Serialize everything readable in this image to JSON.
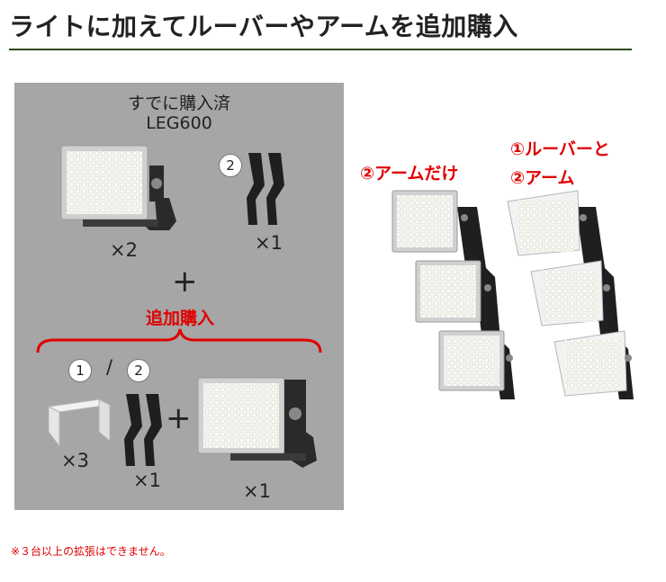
{
  "title": "ライトに加えてルーバーやアームを追加購入",
  "panel": {
    "purchased_label": "すでに購入済",
    "model": "LEG600",
    "light_qty": "×2",
    "arm_badge": "2",
    "arm_qty": "×1",
    "plus_top": "+",
    "add_label": "追加購入",
    "badge_1": "1",
    "slash": "/",
    "badge_2": "2",
    "louver_qty": "×3",
    "arm2_qty": "×1",
    "plus_bottom": "+",
    "new_light_qty": "×1"
  },
  "right": {
    "arm_only_label": "②アームだけ",
    "louver_arm_line1": "①ルーバーと",
    "louver_arm_line2": "②アーム"
  },
  "note": "※３台以上の拡張はできません。"
}
